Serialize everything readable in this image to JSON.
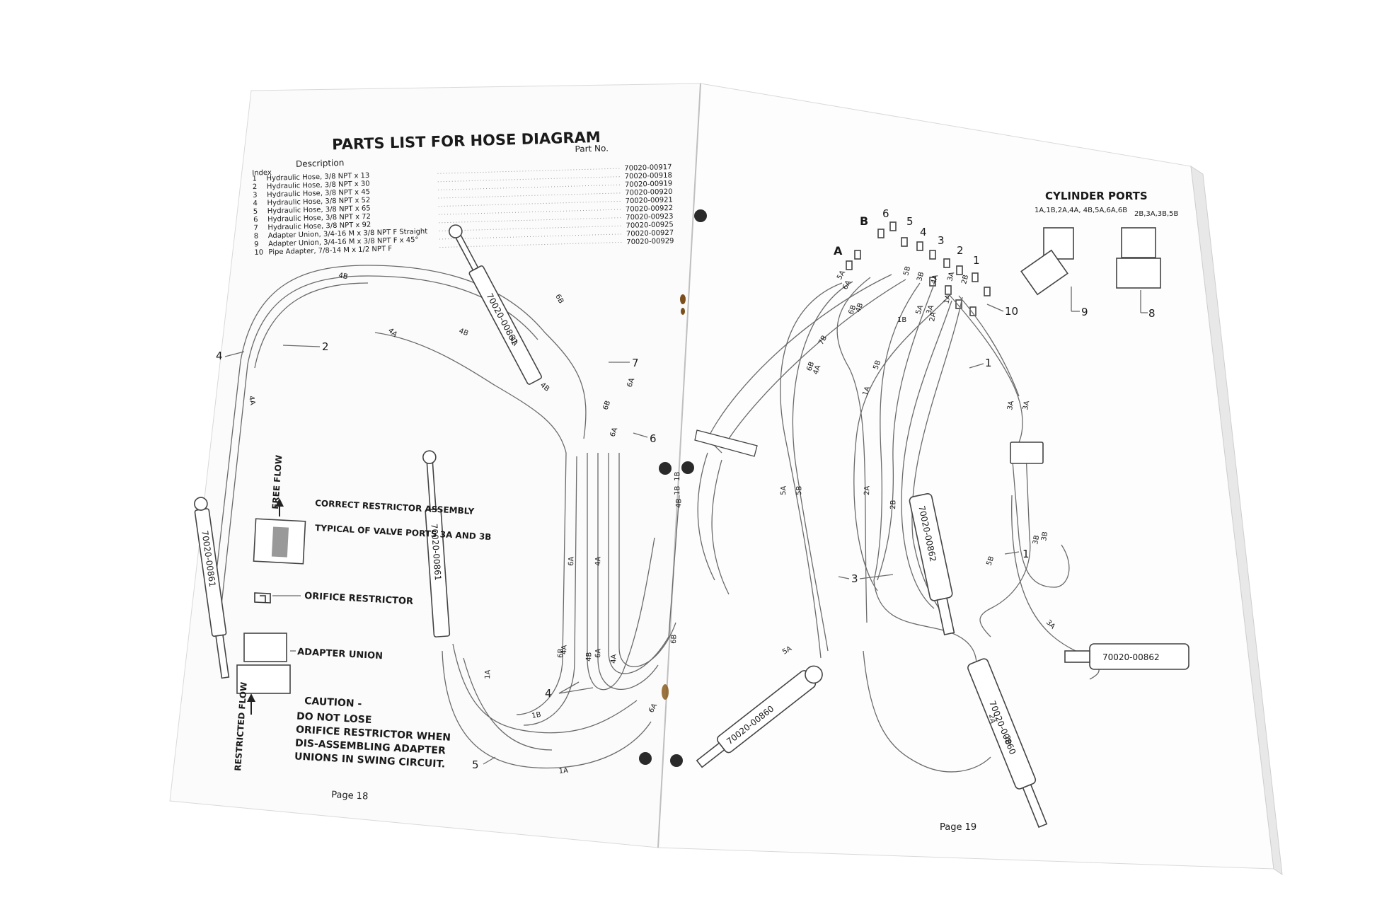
{
  "left_page": {
    "title": "PARTS LIST FOR HOSE DIAGRAM",
    "header_index": "Index",
    "header_description": "Description",
    "header_part_no": "Part No.",
    "parts": [
      {
        "index": "1",
        "description": "Hydraulic Hose, 3/8 NPT x 13",
        "part_no": "70020-00917"
      },
      {
        "index": "2",
        "description": "Hydraulic Hose, 3/8 NPT x 30",
        "part_no": "70020-00918"
      },
      {
        "index": "3",
        "description": "Hydraulic Hose, 3/8 NPT x 45",
        "part_no": "70020-00919"
      },
      {
        "index": "4",
        "description": "Hydraulic Hose, 3/8 NPT x 52",
        "part_no": "70020-00920"
      },
      {
        "index": "5",
        "description": "Hydraulic Hose, 3/8 NPT x 65",
        "part_no": "70020-00921"
      },
      {
        "index": "6",
        "description": "Hydraulic Hose, 3/8 NPT x 72",
        "part_no": "70020-00922"
      },
      {
        "index": "7",
        "description": "Hydraulic Hose, 3/8 NPT x 92",
        "part_no": "70020-00923"
      },
      {
        "index": "8",
        "description": "Adapter Union, 3/4-16 M x 3/8 NPT F Straight",
        "part_no": "70020-00925"
      },
      {
        "index": "9",
        "description": "Adapter Union, 3/4-16 M x 3/8 NPT F x 45°",
        "part_no": "70020-00927"
      },
      {
        "index": "10",
        "description": "Pipe Adapter, 7/8-14 M x 1/2 NPT F",
        "part_no": "70020-00929"
      }
    ],
    "free_flow": "FREE FLOW",
    "restrictor_title": "CORRECT RESTRICTOR ASSEMBLY",
    "restrictor_note": "TYPICAL OF VALVE PORTS 3A AND 3B",
    "orifice_label": "ORIFICE RESTRICTOR",
    "adapter_label": "ADAPTER UNION",
    "restricted_flow": "RESTRICTED FLOW",
    "caution_title": "CAUTION -",
    "caution_text": "DO NOT LOSE ORIFICE RESTRICTOR WHEN DIS-ASSEMBLING ADAPTER UNIONS IN SWING CIRCUIT.",
    "page_number": "Page 18",
    "cylinder_tags": [
      "70020-00861",
      "70020-00861",
      "70020-00861"
    ],
    "callouts": [
      "4",
      "2",
      "7",
      "6",
      "4",
      "5"
    ],
    "hose_tags": [
      "4B",
      "6B",
      "4A",
      "4A",
      "4B",
      "4A",
      "6A",
      "6B",
      "6A",
      "4B",
      "1B",
      "1B",
      "1A",
      "1B",
      "1A",
      "4B",
      "6B",
      "6A",
      "4A",
      "4A",
      "6A",
      "6B",
      "4B",
      "4A",
      "6A"
    ]
  },
  "right_page": {
    "cylinder_ports_title": "CYLINDER PORTS",
    "port_set_a": "1A,1B,2A,4A, 4B,5A,6A,6B",
    "port_set_b": "2B,3A,3B,5B",
    "callout_9": "9",
    "callout_8": "8",
    "valve_letters": [
      "A",
      "B"
    ],
    "valve_numbers": [
      "6",
      "5",
      "4",
      "3",
      "2",
      "1"
    ],
    "callouts": [
      "10",
      "1",
      "1",
      "3"
    ],
    "cylinder_tags": [
      "70020-00862",
      "70020-00862",
      "70020-00860",
      "70020-00860"
    ],
    "hose_tags": [
      "5A",
      "6A",
      "6B",
      "4B",
      "5B",
      "3B",
      "4A",
      "3A",
      "2B",
      "1A",
      "1B",
      "2A",
      "7B",
      "6B",
      "4A",
      "5B",
      "1A",
      "5A",
      "3A",
      "3A",
      "3A",
      "3B",
      "3B",
      "3A",
      "5A",
      "5B",
      "2A",
      "2B",
      "5A",
      "5B",
      "2A",
      "2B"
    ],
    "page_number": "Page 19"
  }
}
